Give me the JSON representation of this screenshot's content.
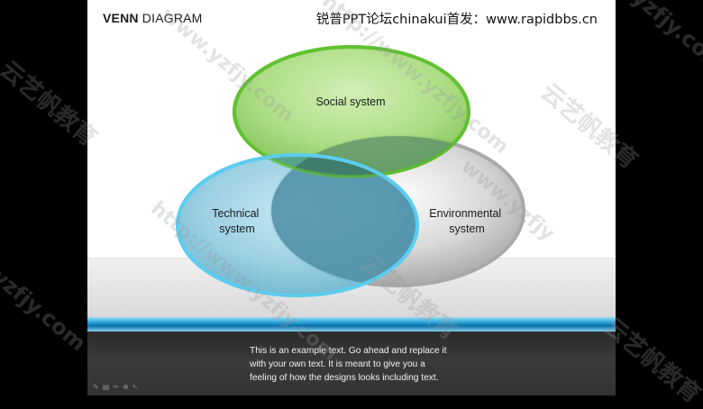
{
  "slide": {
    "title_bold": "VENN",
    "title_rest": " DIAGRAM",
    "source_line": "锐普PPT论坛chinakui首发：www.rapidbbs.cn"
  },
  "venn": {
    "circles": [
      {
        "id": "social",
        "label_lines": [
          "Social system"
        ],
        "color": "#6cc43a"
      },
      {
        "id": "environmental",
        "label_lines": [
          "Environmental",
          "system"
        ],
        "color": "#8f8f8f"
      },
      {
        "id": "technical",
        "label_lines": [
          "Technical",
          "system"
        ],
        "color": "#3db4dc"
      }
    ]
  },
  "footer": {
    "lines": [
      "This is an example text. Go ahead and replace it",
      "with your own text. It is meant to give you a",
      "feeling of how the designs looks including text."
    ],
    "tool_icons": [
      "pen-icon",
      "slides-icon",
      "pencil-icon",
      "zoom-icon",
      "pointer-icon"
    ]
  },
  "watermarks": [
    "云艺帆教育",
    "www.yzfjy.com",
    "http://www.yzfjy.com",
    "云艺帆教育",
    "yzfjy.com",
    "http://www.yzfjy.com",
    "云艺帆教育",
    "www.yzfjy",
    "云艺帆教育",
    "yzfjy.com"
  ],
  "colors": {
    "accent_blue": "#2ea6dc",
    "green": "#6cc43a",
    "gray": "#8f8f8f"
  }
}
